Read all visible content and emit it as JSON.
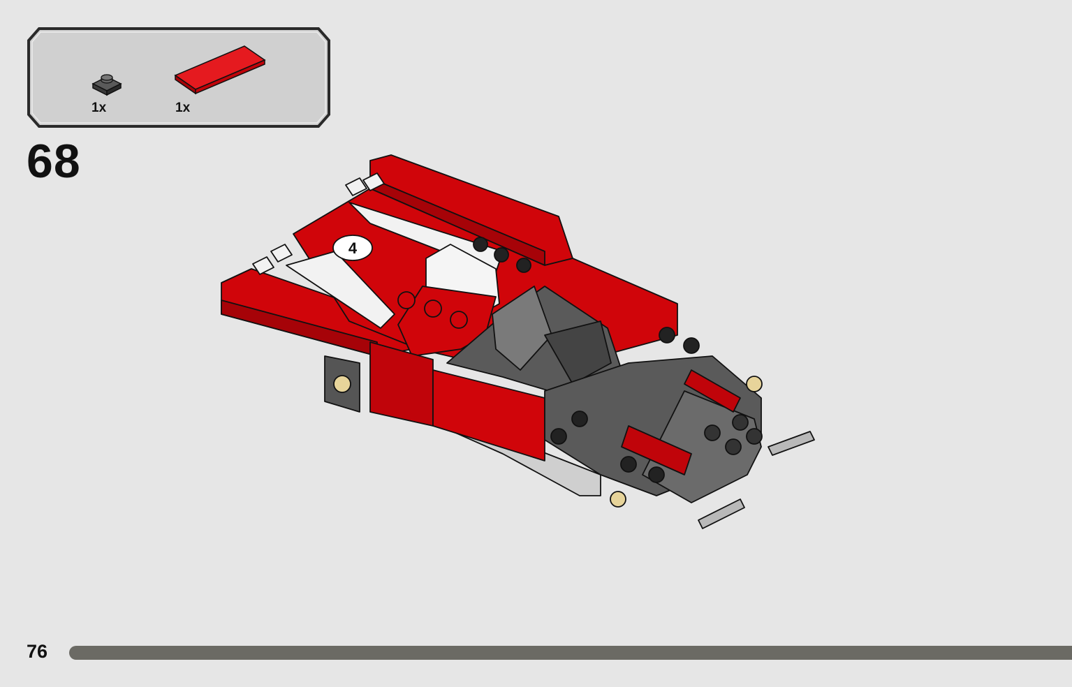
{
  "parts_list": {
    "items": [
      {
        "icon": "dark-gray-round-plate-1x1-icon",
        "count": "1x",
        "color": "#3a3a3a"
      },
      {
        "icon": "red-tile-2x4-icon",
        "count": "1x",
        "color": "#d0050a"
      }
    ]
  },
  "step": {
    "number": "68"
  },
  "model": {
    "icon": "race-car-assembly-icon",
    "primary_color": "#d0050a",
    "secondary_color": "#555555",
    "race_number": "4"
  },
  "footer": {
    "page_number": "76",
    "progress": 1.0,
    "bar_color": "#6b6a64"
  }
}
